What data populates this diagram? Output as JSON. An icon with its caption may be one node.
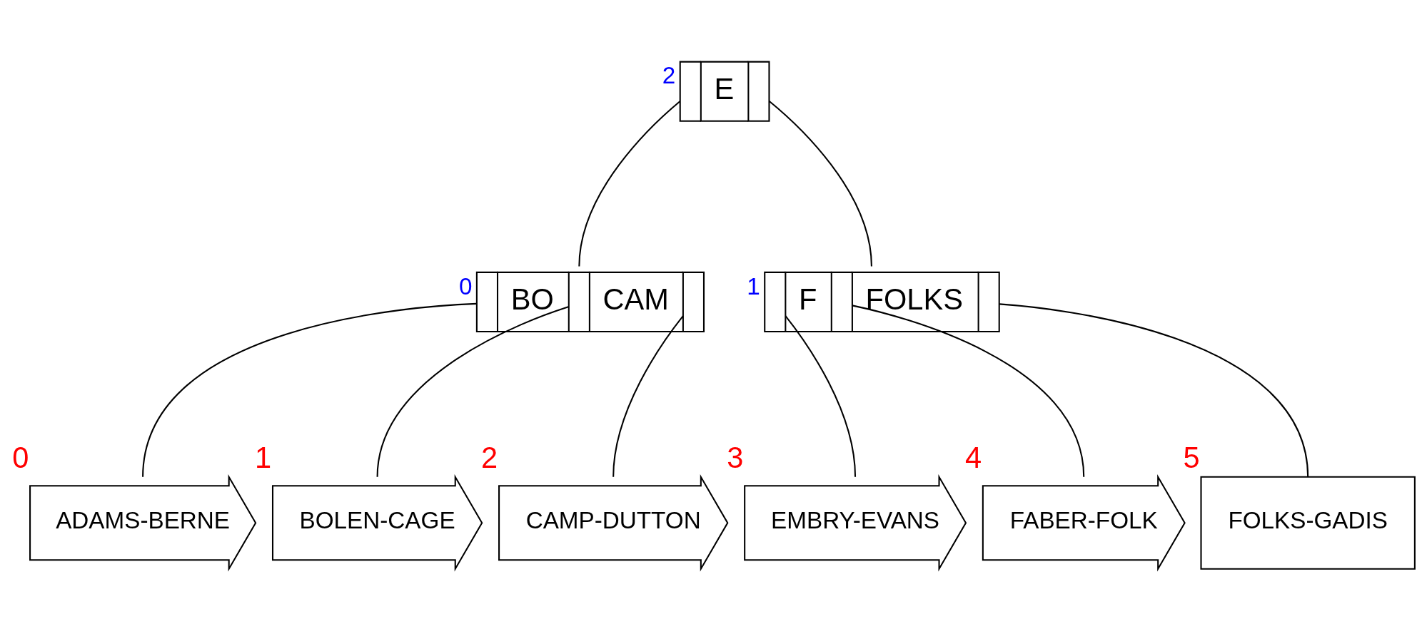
{
  "diagram": {
    "nodes": [
      {
        "text": [
          "E"
        ],
        "beside": [
          "2"
        ]
      },
      {
        "text": [
          "BO",
          "CAM"
        ],
        "beside": [
          "0"
        ]
      },
      {
        "text": [
          "F",
          "FOLKS"
        ],
        "beside": [
          "1"
        ]
      },
      {
        "text": [
          "ADAMS-BERNE"
        ],
        "beside": [
          "0"
        ]
      },
      {
        "text": [
          "BOLEN-CAGE"
        ],
        "beside": [
          "1"
        ]
      },
      {
        "text": [
          "CAMP-DUTTON"
        ],
        "beside": [
          "2"
        ]
      },
      {
        "text": [
          "EMBRY-EVANS"
        ],
        "beside": [
          "3"
        ]
      },
      {
        "text": [
          "FABER-FOLK"
        ],
        "beside": [
          "4"
        ]
      },
      {
        "text": [
          "FOLKS-GADIS"
        ],
        "beside": [
          "5"
        ]
      }
    ],
    "edges": [
      {
        "from": 0,
        "to": 1,
        "arrow": "none"
      },
      {
        "from": 0,
        "to": 2,
        "arrow": "none"
      },
      {
        "from": 1,
        "to": 3,
        "arrow": "none"
      },
      {
        "from": 1,
        "to": 4,
        "arrow": "none"
      },
      {
        "from": 1,
        "to": 5,
        "arrow": "none"
      },
      {
        "from": 2,
        "to": 6,
        "arrow": "none"
      },
      {
        "from": 2,
        "to": 7,
        "arrow": "none"
      },
      {
        "from": 2,
        "to": 8,
        "arrow": "none"
      }
    ]
  }
}
